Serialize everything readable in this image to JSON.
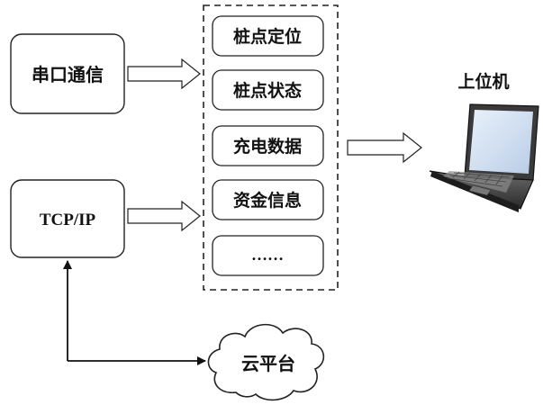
{
  "sources": {
    "serial": "串口通信",
    "tcpip": "TCP/IP"
  },
  "data_items": [
    "桩点定位",
    "桩点状态",
    "充电数据",
    "资金信息",
    "……"
  ],
  "host": {
    "label": "上位机"
  },
  "cloud": {
    "label": "云平台"
  }
}
